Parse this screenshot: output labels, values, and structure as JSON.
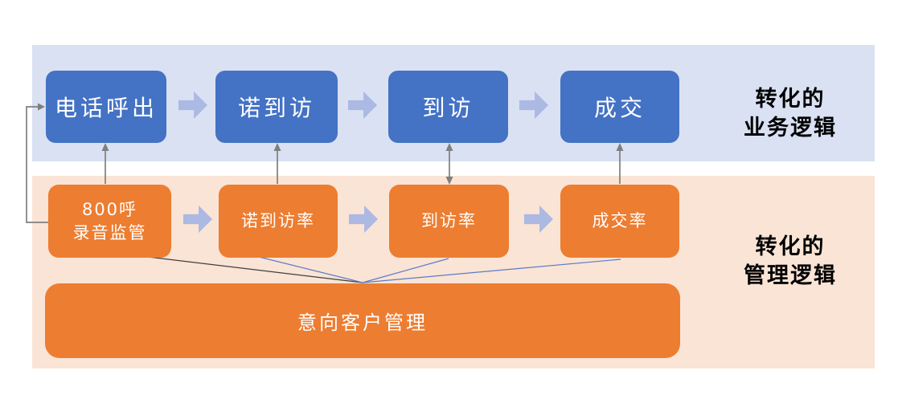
{
  "colors": {
    "stage_box_fill": "#4472C4",
    "metric_box_fill": "#ED7D31",
    "business_band_fill": "#D9E1F3",
    "management_band_fill": "#FAE4D5",
    "block_arrow_fill": "#ABB9E3",
    "connector_gray": "#7F7F7F",
    "connector_blue": "#5B7BC7",
    "connector_dark": "#3F3F3F",
    "box_text": "#FFFFFF",
    "label_text": "#000000"
  },
  "business_row": {
    "stages": [
      {
        "label": "电话呼出"
      },
      {
        "label": "诺到访"
      },
      {
        "label": "到访"
      },
      {
        "label": "成交"
      }
    ],
    "side_label": {
      "line1": "转化的",
      "line2": "业务逻辑"
    }
  },
  "management_row": {
    "metrics": [
      {
        "line1": "800呼",
        "line2": "录音监管"
      },
      {
        "label": "诺到访率"
      },
      {
        "label": "到访率"
      },
      {
        "label": "成交率"
      }
    ],
    "base_label": "意向客户管理",
    "side_label": {
      "line1": "转化的",
      "line2": "管理逻辑"
    }
  }
}
